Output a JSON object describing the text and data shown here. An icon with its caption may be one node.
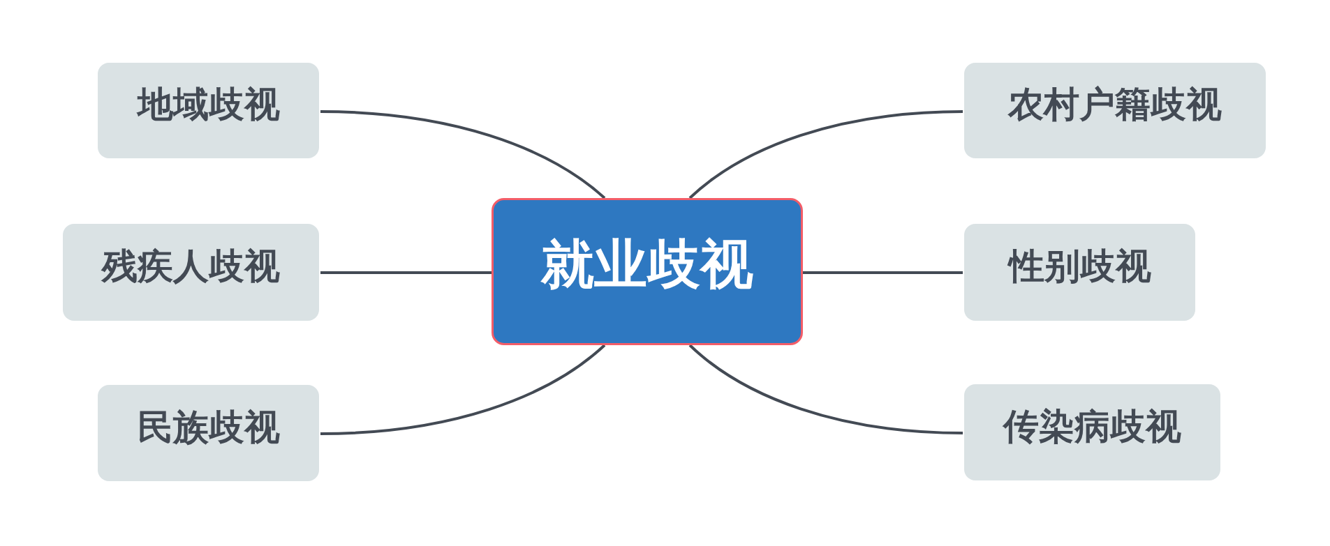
{
  "diagram": {
    "nodes": [
      {
        "text": [
          "就业歧视"
        ]
      },
      {
        "text": [
          "地域歧视"
        ]
      },
      {
        "text": [
          "残疾人歧视"
        ]
      },
      {
        "text": [
          "民族歧视"
        ]
      },
      {
        "text": [
          "农村户籍歧视"
        ]
      },
      {
        "text": [
          "性别歧视"
        ]
      },
      {
        "text": [
          "传染病歧视"
        ]
      }
    ],
    "edges": [
      {
        "from": 0,
        "to": 1,
        "arrow": "none"
      },
      {
        "from": 0,
        "to": 2,
        "arrow": "none"
      },
      {
        "from": 0,
        "to": 3,
        "arrow": "none"
      },
      {
        "from": 0,
        "to": 4,
        "arrow": "none"
      },
      {
        "from": 0,
        "to": 5,
        "arrow": "none"
      },
      {
        "from": 0,
        "to": 6,
        "arrow": "none"
      }
    ]
  }
}
